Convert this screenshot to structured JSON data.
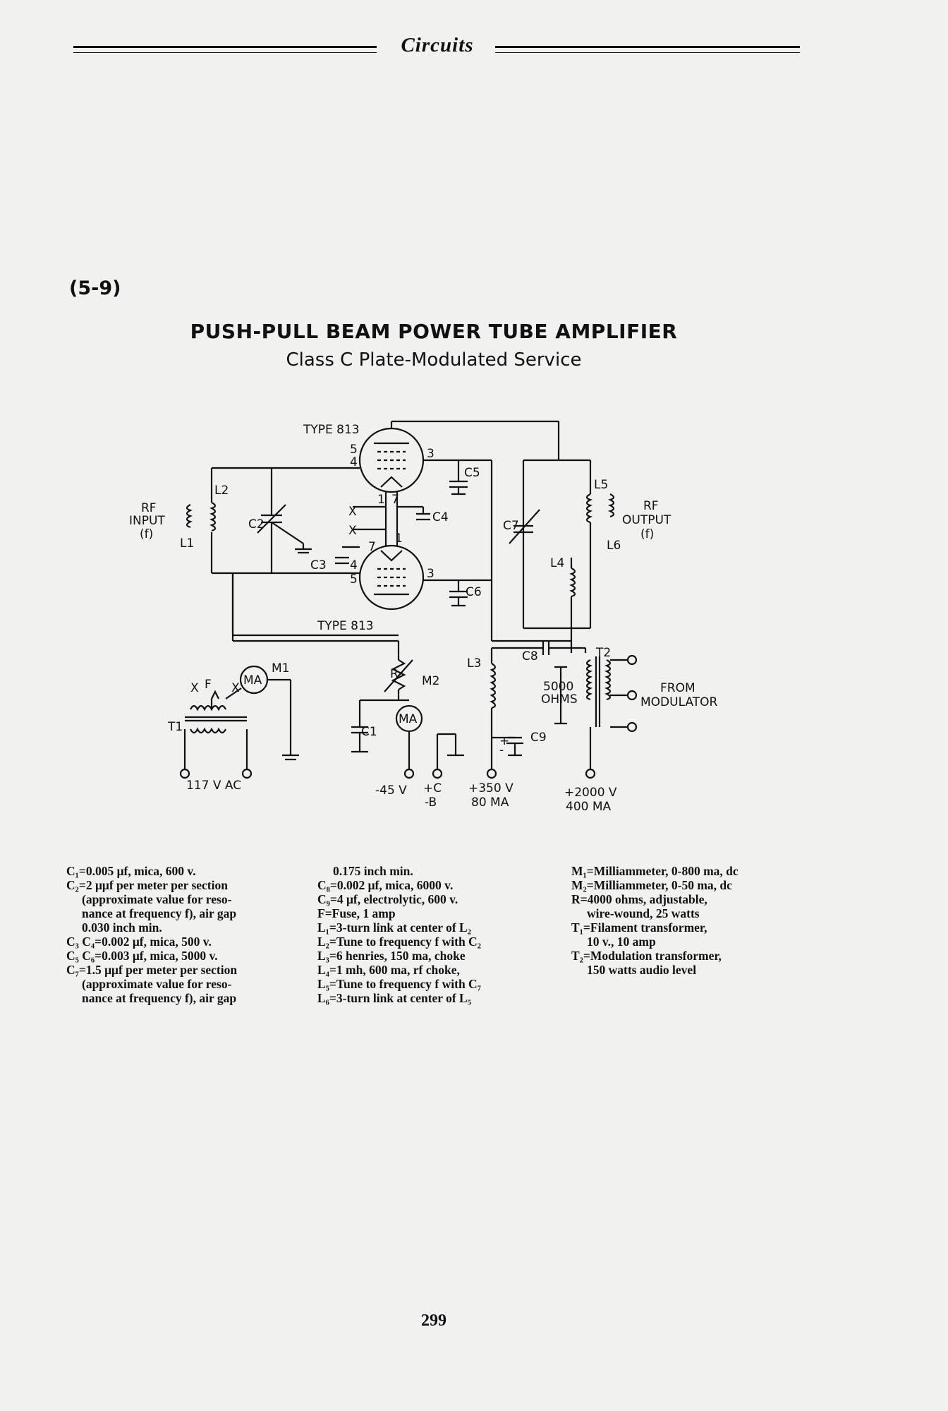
{
  "header": {
    "section_title": "Circuits"
  },
  "figure": {
    "number": "(5-9)",
    "title": "PUSH-PULL BEAM POWER TUBE AMPLIFIER",
    "subtitle": "Class C Plate-Modulated Service"
  },
  "schematic": {
    "tube_top_label": "TYPE 813",
    "tube_bottom_label": "TYPE 813",
    "pin_labels": [
      "5",
      "4",
      "3",
      "7",
      "1",
      "7",
      "1",
      "4",
      "5",
      "3"
    ],
    "components": [
      "L2",
      "C2",
      "L1",
      "C3",
      "C4",
      "C5",
      "C6",
      "C7",
      "L5",
      "L6",
      "L4",
      "L3",
      "C8",
      "T2",
      "C9",
      "R",
      "M1",
      "M2",
      "C1",
      "T1",
      "F"
    ],
    "rf_input": [
      "RF",
      "INPUT",
      "(f)"
    ],
    "rf_output": [
      "RF",
      "OUTPUT",
      "(f)"
    ],
    "filament_marks": [
      "X",
      "X"
    ],
    "meter_symbol": "MA",
    "impedance": [
      "5000",
      "OHMS"
    ],
    "from_modulator": [
      "FROM",
      "MODULATOR"
    ],
    "ac_supply": "117 V AC",
    "terminals": [
      {
        "line1": "-45 V",
        "line2": ""
      },
      {
        "line1": "+C",
        "line2": "-B"
      },
      {
        "line1": "+350 V",
        "line2": "80 MA"
      },
      {
        "line1": "+2000 V",
        "line2": "400 MA"
      }
    ],
    "c9_polarity": [
      "+",
      "-"
    ]
  },
  "legend": {
    "col1": [
      {
        "text": "C₁=0.005 μf, mica, 600 v.",
        "indent": false
      },
      {
        "text": "C₂=2 μμf per meter per section",
        "indent": false
      },
      {
        "text": "(approximate value for reso-",
        "indent": true
      },
      {
        "text": "nance at frequency f), air gap",
        "indent": true
      },
      {
        "text": "0.030 inch min.",
        "indent": true
      },
      {
        "text": "C₃ C₄=0.002 μf, mica, 500 v.",
        "indent": false
      },
      {
        "text": "C₅ C₆=0.003 μf, mica, 5000 v.",
        "indent": false
      },
      {
        "text": "C₇=1.5 μμf per meter per section",
        "indent": false
      },
      {
        "text": "(approximate value for reso-",
        "indent": true
      },
      {
        "text": "nance at frequency f), air gap",
        "indent": true
      }
    ],
    "col2": [
      {
        "text": "0.175 inch min.",
        "indent": true
      },
      {
        "text": "C₈=0.002 μf, mica, 6000 v.",
        "indent": false
      },
      {
        "text": "C₉=4 μf, electrolytic, 600 v.",
        "indent": false
      },
      {
        "text": "F=Fuse, 1 amp",
        "indent": false
      },
      {
        "text": "L₁=3-turn link at center of L₂",
        "indent": false
      },
      {
        "text": "L₂=Tune to frequency f with C₂",
        "indent": false
      },
      {
        "text": "L₃=6 henries, 150 ma, choke",
        "indent": false
      },
      {
        "text": "L₄=1 mh, 600 ma, rf choke,",
        "indent": false
      },
      {
        "text": "L₅=Tune to frequency f with C₇",
        "indent": false
      },
      {
        "text": "L₆=3-turn link at center of L₅",
        "indent": false
      }
    ],
    "col3": [
      {
        "text": "M₁=Milliammeter, 0-800 ma, dc",
        "indent": false
      },
      {
        "text": "M₂=Milliammeter, 0-50 ma, dc",
        "indent": false
      },
      {
        "text": "R=4000 ohms, adjustable,",
        "indent": false
      },
      {
        "text": "wire-wound, 25 watts",
        "indent": true
      },
      {
        "text": "T₁=Filament transformer,",
        "indent": false
      },
      {
        "text": "10 v., 10 amp",
        "indent": true
      },
      {
        "text": "T₂=Modulation transformer,",
        "indent": false
      },
      {
        "text": "150 watts audio level",
        "indent": true
      }
    ]
  },
  "page_number": "299"
}
